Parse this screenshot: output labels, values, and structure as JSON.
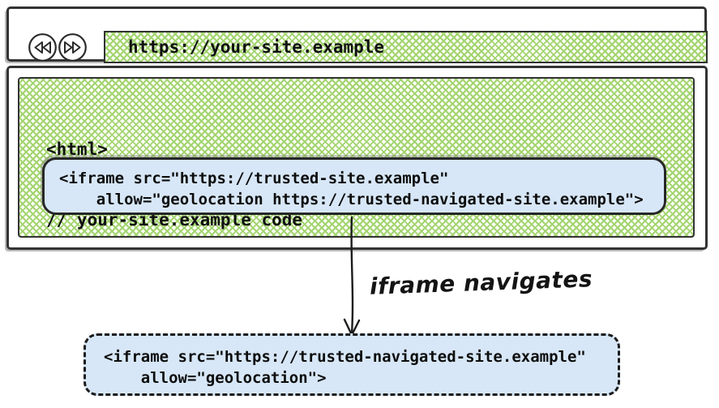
{
  "browser": {
    "url": "https://your-site.example",
    "icons": {
      "back": "rewind-icon",
      "forward": "fast-forward-icon"
    }
  },
  "page_code": {
    "line1": "<html>",
    "line2": "// your-site.example code"
  },
  "iframe_box": {
    "line1": "<iframe src=\"https://trusted-site.example\"",
    "line2": "    allow=\"geolocation https://trusted-navigated-site.example\">"
  },
  "arrow_label": "iframe navigates",
  "navigated_iframe_box": {
    "line1": "<iframe src=\"https://trusted-navigated-site.example\"",
    "line2": "    allow=\"geolocation\">"
  },
  "colors": {
    "hatch_green": "#a3d470",
    "code_bg_blue": "#d7e7f7",
    "ink": "#333333"
  }
}
